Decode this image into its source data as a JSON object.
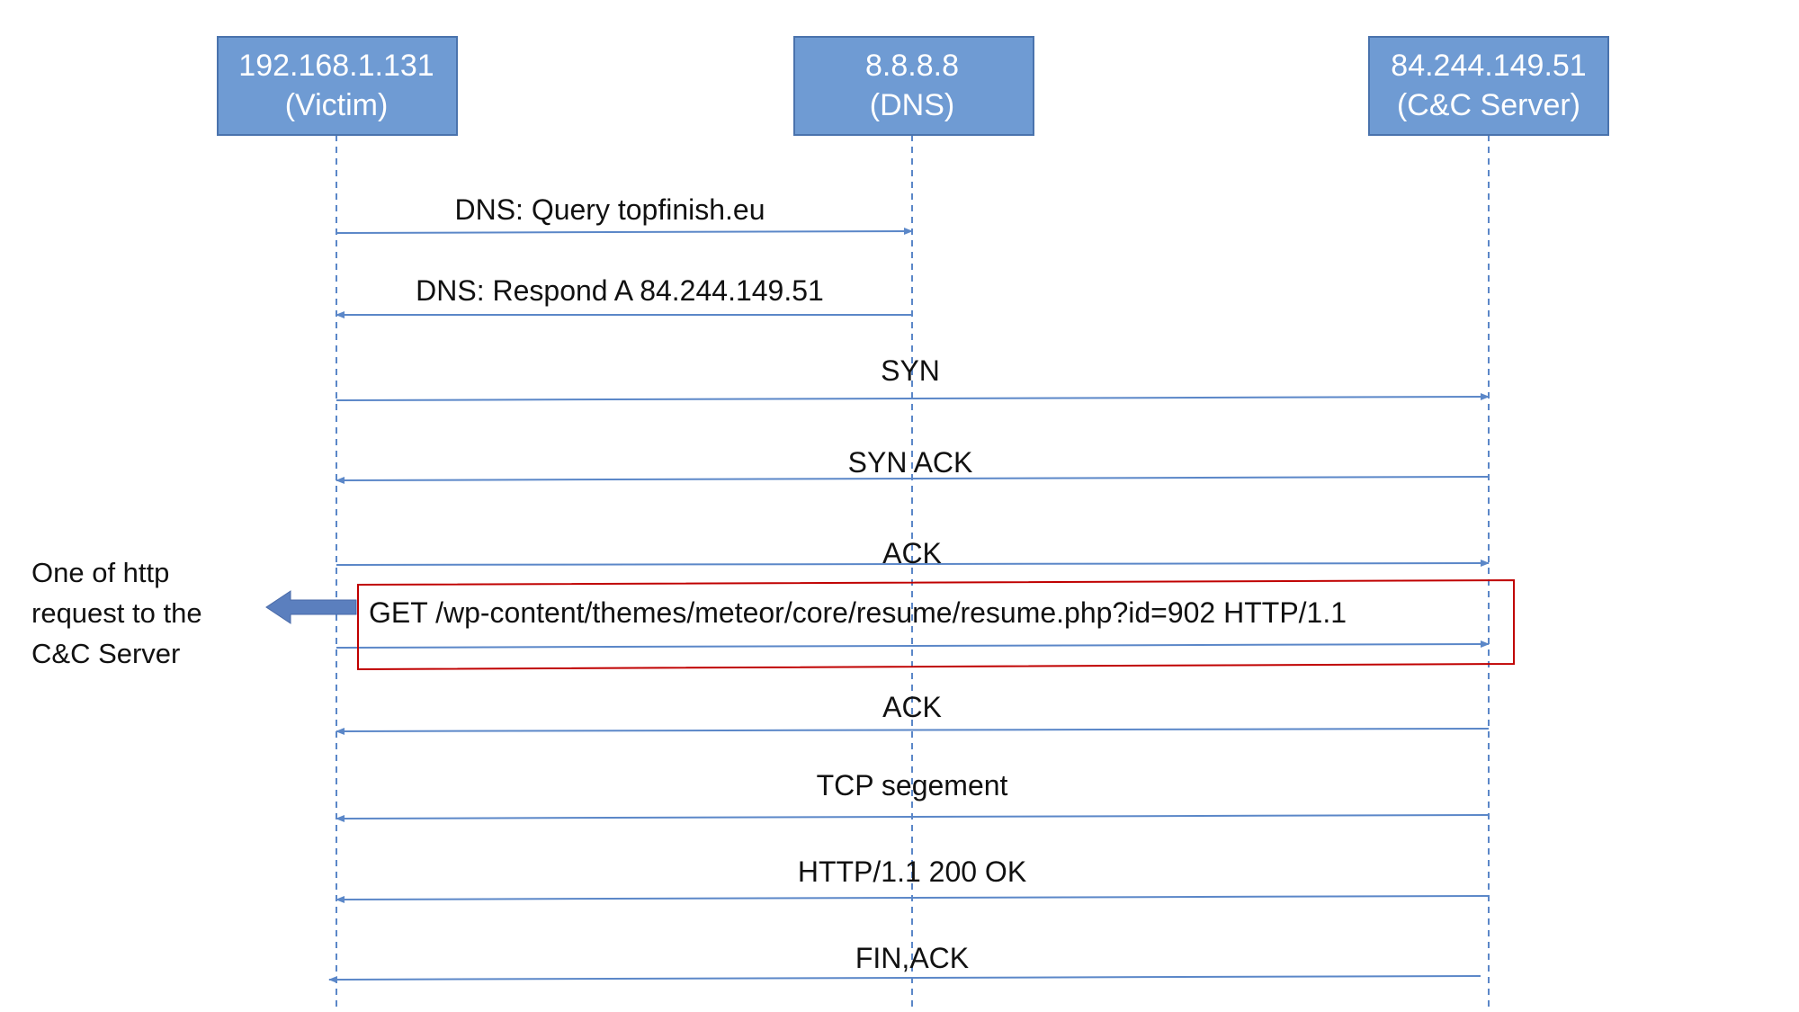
{
  "actors": [
    {
      "address": "192.168.1.131",
      "role": "(Victim)"
    },
    {
      "address": "8.8.8.8",
      "role": "(DNS)"
    },
    {
      "address": "84.244.149.51",
      "role": "(C&C Server)"
    }
  ],
  "messages": [
    {
      "label": "DNS: Query topfinish.eu",
      "from": 0,
      "to": 1
    },
    {
      "label": "DNS: Respond  A 84.244.149.51",
      "from": 1,
      "to": 0
    },
    {
      "label": "SYN",
      "from": 0,
      "to": 2
    },
    {
      "label": "SYN ACK",
      "from": 2,
      "to": 0
    },
    {
      "label": "ACK",
      "from": 0,
      "to": 2
    },
    {
      "label": "GET /wp-content/themes/meteor/core/resume/resume.php?id=902  HTTP/1.1",
      "from": 0,
      "to": 2,
      "highlighted": true
    },
    {
      "label": "ACK",
      "from": 2,
      "to": 0
    },
    {
      "label": "TCP segement",
      "from": 2,
      "to": 0
    },
    {
      "label": "HTTP/1.1 200 OK",
      "from": 2,
      "to": 0
    },
    {
      "label": "FIN,ACK",
      "from": 2,
      "to": 0
    }
  ],
  "callout": {
    "lines": [
      "One of http",
      "request to the",
      "C&C Server"
    ]
  },
  "colors": {
    "actor_fill": "#6f9bd3",
    "line": "#5b87c8",
    "highlight": "#c00000",
    "callout_arrow": "#5b7fbe"
  }
}
